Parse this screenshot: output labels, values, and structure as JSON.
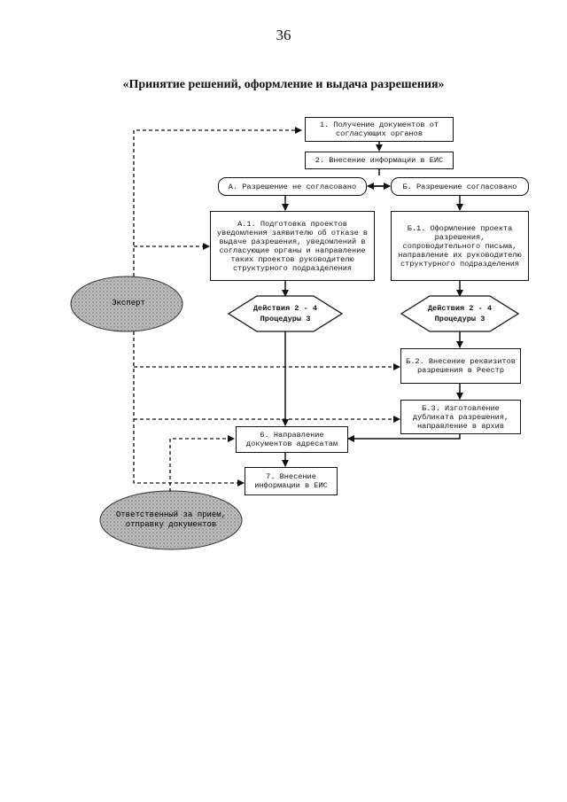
{
  "page_number": "36",
  "title": "«Принятие решений, оформление и выдача разрешения»",
  "nodes": {
    "step1": "1. Получение документов от согласующих органов",
    "step2": "2. Внесение информации в ЕИС",
    "branch_a": "А. Разрешение не согласовано",
    "branch_b": "Б. Разрешение согласовано",
    "a1": "А.1. Подготовка проектов уведомления заявителю об отказе в выдаче разрешения, уведомлений в согласующие органы и направление таких проектов руководителю структурного подразделения",
    "b1": "Б.1. Оформление проекта разрешения, сопроводительного письма, направление их руководителю структурного подразделения",
    "diamond_a": "Действия 2 - 4\nПроцедуры 3",
    "diamond_b": "Действия 2 - 4\nПроцедуры 3",
    "b2": "Б.2. Внесение реквизитов разрешения в Реестр",
    "b3": "Б.3. Изготовление дубликата разрешения, направление в архив",
    "step6": "6. Направление документов адресатам",
    "step7": "7. Внесение информации в ЕИС"
  },
  "actors": {
    "expert": "Эксперт",
    "responsible": "Ответственный за прием, отправку документов"
  }
}
